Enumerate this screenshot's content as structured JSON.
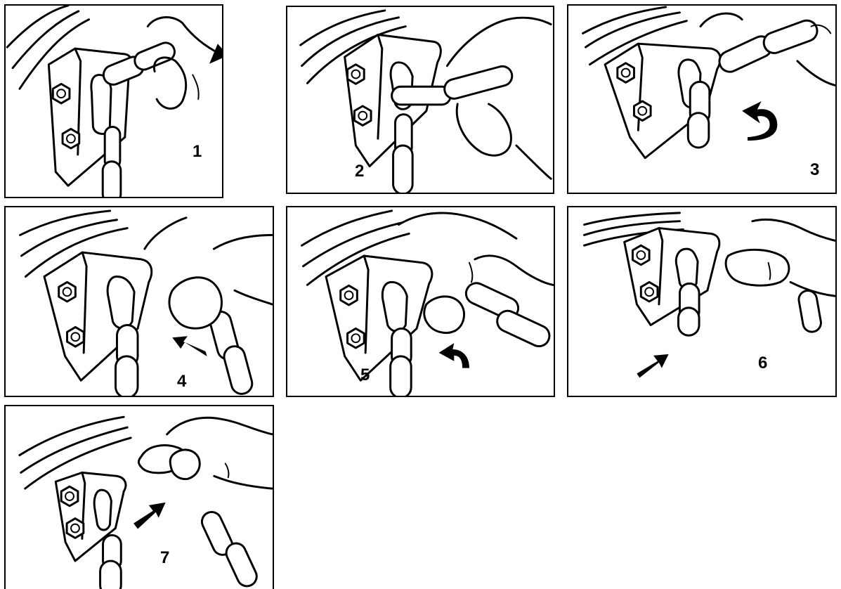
{
  "steps": [
    {
      "number": "1"
    },
    {
      "number": "2"
    },
    {
      "number": "3"
    },
    {
      "number": "4"
    },
    {
      "number": "5"
    },
    {
      "number": "6"
    },
    {
      "number": "7"
    }
  ],
  "colors": {
    "ink": "#000000",
    "paper": "#ffffff"
  }
}
